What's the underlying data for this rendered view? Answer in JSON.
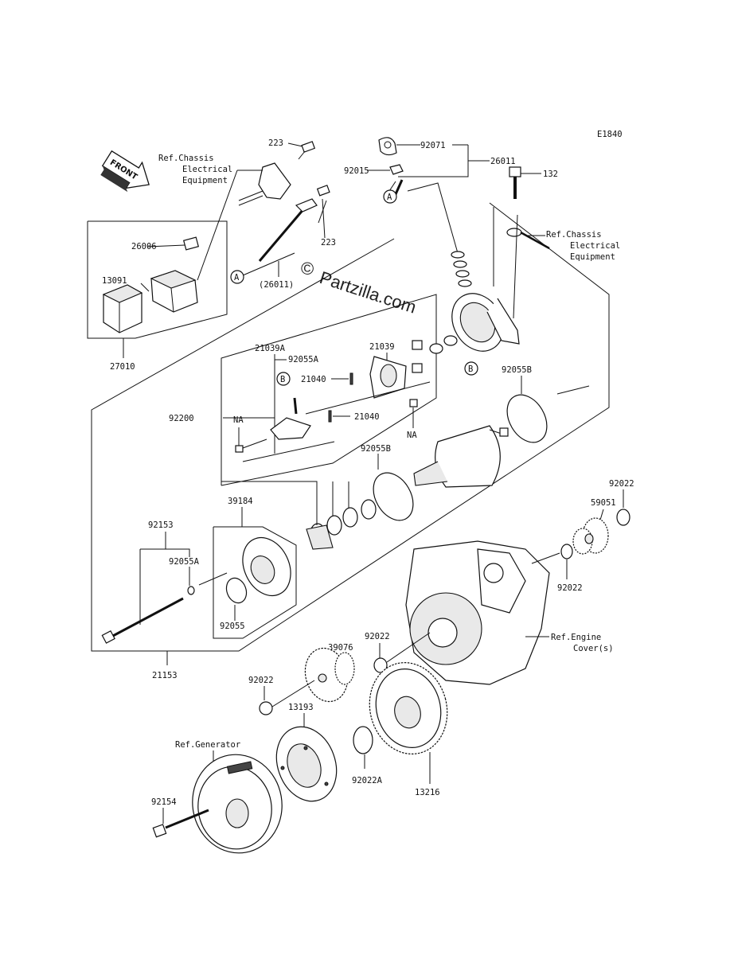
{
  "diagram_id": "E1840",
  "watermark": "Partzilla.com",
  "watermark_symbol": "©",
  "front_label": "FRONT",
  "refs": {
    "chassis_1": [
      "Ref.Chassis",
      "Electrical",
      "Equipment"
    ],
    "chassis_2": [
      "Ref.Chassis",
      "Electrical",
      "Equipment"
    ],
    "engine_cover": [
      "Ref.Engine",
      "Cover(s)"
    ],
    "generator": "Ref.Generator"
  },
  "callout_letters": {
    "a": "A",
    "b": "B",
    "na": "NA"
  },
  "parts": {
    "p223a": "223",
    "p223b": "223",
    "p26006": "26006",
    "p13091": "13091",
    "p27010": "27010",
    "p26011_paren": "(26011)",
    "p92071": "92071",
    "p92015": "92015",
    "p26011": "26011",
    "p132": "132",
    "p21039a": "21039A",
    "p21039": "21039",
    "p92055a_1": "92055A",
    "p21040_1": "21040",
    "p21040_2": "21040",
    "p92200": "92200",
    "p92055b_1": "92055B",
    "p92055b_2": "92055B",
    "p39184": "39184",
    "p92153": "92153",
    "p92055a_2": "92055A",
    "p92055": "92055",
    "p21153": "21153",
    "p92022_1": "92022",
    "p59051": "59051",
    "p92022_2": "92022",
    "p92022_3": "92022",
    "p39076": "39076",
    "p92022_4": "92022",
    "p13193": "13193",
    "p92022a": "92022A",
    "p13216": "13216",
    "p92154": "92154"
  }
}
